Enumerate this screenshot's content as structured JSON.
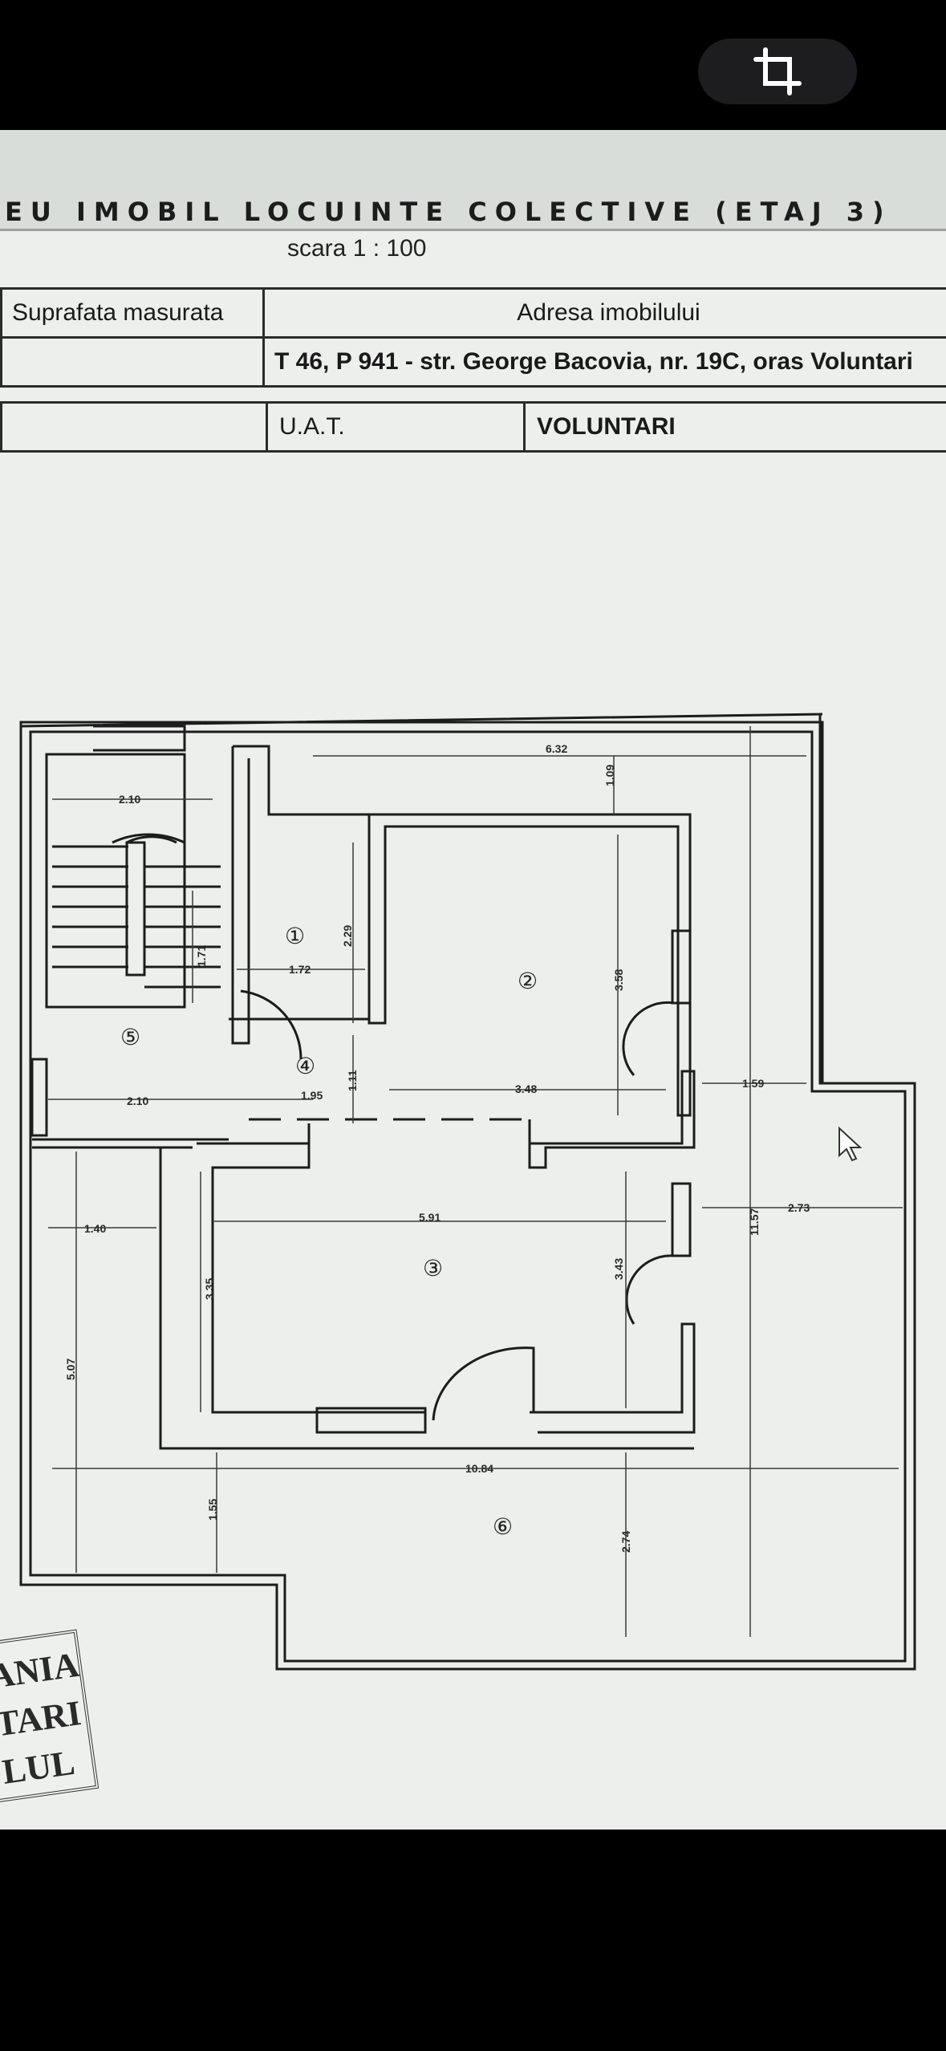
{
  "document": {
    "title": "EU  IMOBIL  LOCUINTE  COLECTIVE  (ETAJ 3)",
    "scale": "scara  1 : 100",
    "table": {
      "measured_area_label": "Suprafata masurata",
      "address_label": "Adresa imobilului",
      "address_value": "T 46, P 941 - str. George Bacovia, nr. 19C, oras Voluntari",
      "uat_label": "U.A.T.",
      "uat_value": "VOLUNTARI"
    }
  },
  "plan": {
    "dimensions": {
      "d632": "6.32",
      "d109": "1.09",
      "d210a": "2.10",
      "d229": "2.29",
      "d172": "1.72",
      "d171": "1.71",
      "d358": "3.58",
      "d111": "1.11",
      "d195": "1.95",
      "d348": "3.48",
      "d210b": "2.10",
      "d159": "1.59",
      "d1157": "11.57",
      "d273": "2.73",
      "d591": "5.91",
      "d140": "1.40",
      "d335": "3.35",
      "d343": "3.43",
      "d507": "5.07",
      "d1084": "10.84",
      "d155": "1.55",
      "d274": "2.74"
    },
    "rooms": {
      "r1": "①",
      "r2": "②",
      "r3": "③",
      "r4": "④",
      "r5": "⑤",
      "r6": "⑥"
    }
  },
  "stamp": {
    "line1": "ANIA",
    "line2": "TARI",
    "line3": "LUL"
  },
  "toolbar": {
    "crop_icon": "crop-icon"
  }
}
